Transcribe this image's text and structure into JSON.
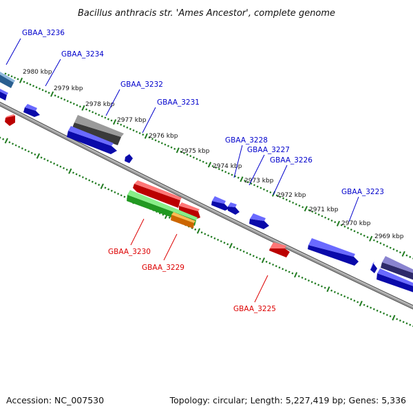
{
  "title": "Bacillus anthracis str. 'Ames Ancestor', complete genome",
  "footer": {
    "accession": "Accession: NC_007530",
    "summary": "Topology: circular; Length: 5,227,419 bp; Genes: 5,336"
  },
  "colors": {
    "backbone": "#8a8a8a",
    "tick": "#1f7a1f",
    "forward_label": "#0000cc",
    "reverse_label": "#dd0000",
    "forward_gene": "#1a1aee",
    "reverse_gene": "#ee1111",
    "rna_gene": "#33cc33",
    "orange_gene": "#ff8800",
    "dark_gene": "#555555",
    "steel_gene": "#4a7fb0",
    "purple_gene": "#4a4494"
  },
  "kbp_labels": [
    "2980 kbp",
    "2979 kbp",
    "2978 kbp",
    "2977 kbp",
    "2976 kbp",
    "2975 kbp",
    "2974 kbp",
    "2973 kbp",
    "2972 kbp",
    "2971 kbp",
    "2970 kbp",
    "2969 kbp"
  ],
  "forward_gene_labels": [
    "GBAA_3236",
    "GBAA_3234",
    "GBAA_3232",
    "GBAA_3231",
    "GBAA_3228",
    "GBAA_3227",
    "GBAA_3226",
    "GBAA_3223"
  ],
  "reverse_gene_labels": [
    "GBAA_3230",
    "GBAA_3229",
    "GBAA_3225"
  ]
}
